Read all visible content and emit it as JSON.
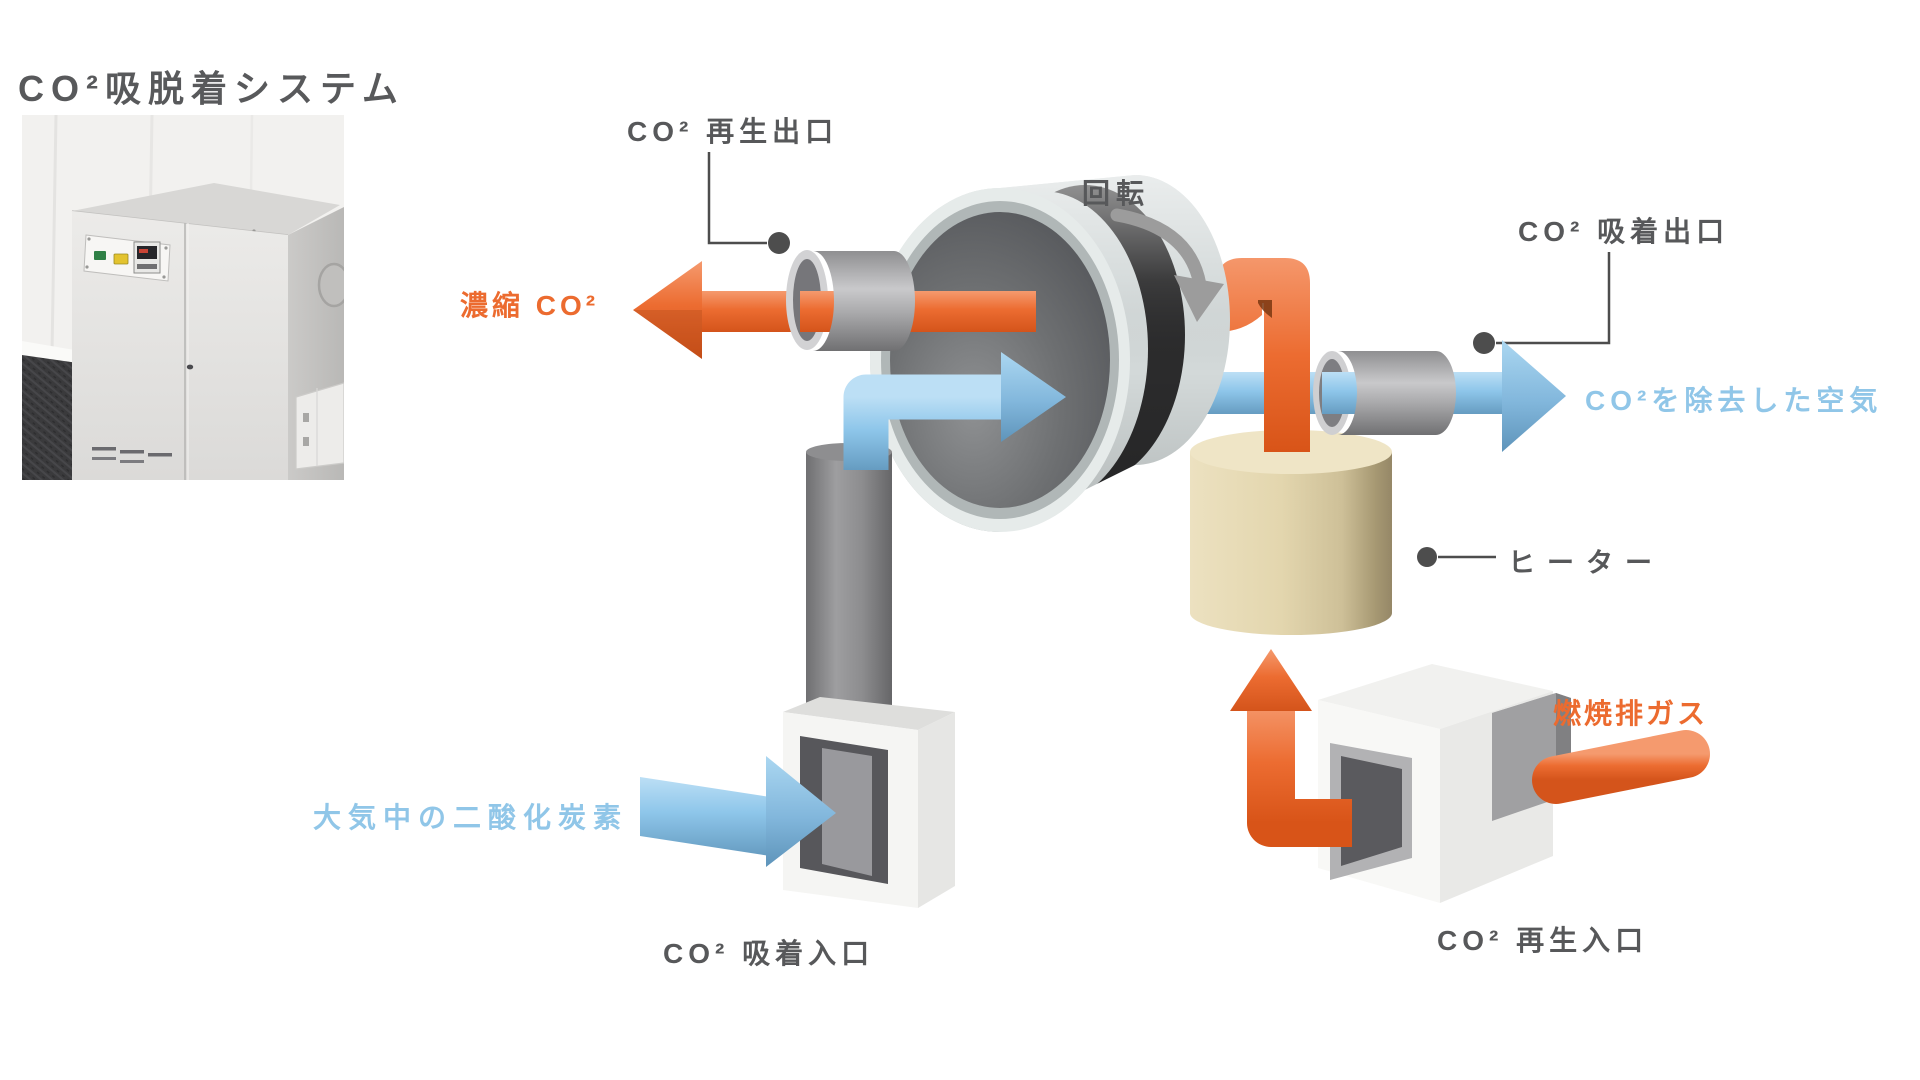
{
  "title": "CO²吸脱着システム",
  "labels": {
    "regen_outlet": "CO² 再生出口",
    "rotation": "回転",
    "adsorb_outlet": "CO² 吸着出口",
    "concentrated_co2": "濃縮 CO²",
    "removed_air": "CO²を除去した空気",
    "heater": "ヒーター",
    "atmospheric_co2": "大気中の二酸化炭素",
    "combustion_exhaust_gas": "燃焼排ガス",
    "adsorb_inlet": "CO² 吸着入口",
    "regen_inlet": "CO² 再生入口"
  },
  "colors": {
    "text_dark": "#57585A",
    "accent_orange": "#EC6B2F",
    "accent_blue": "#90C6E8",
    "heater_tan": "#E3D6AE",
    "pipe_gray": "#9D9D9F",
    "drum_gray": "#D3D9D9",
    "band_black": "#2B2B2C",
    "leader_gray": "#4D4D4D",
    "background": "#FFFFFF"
  }
}
